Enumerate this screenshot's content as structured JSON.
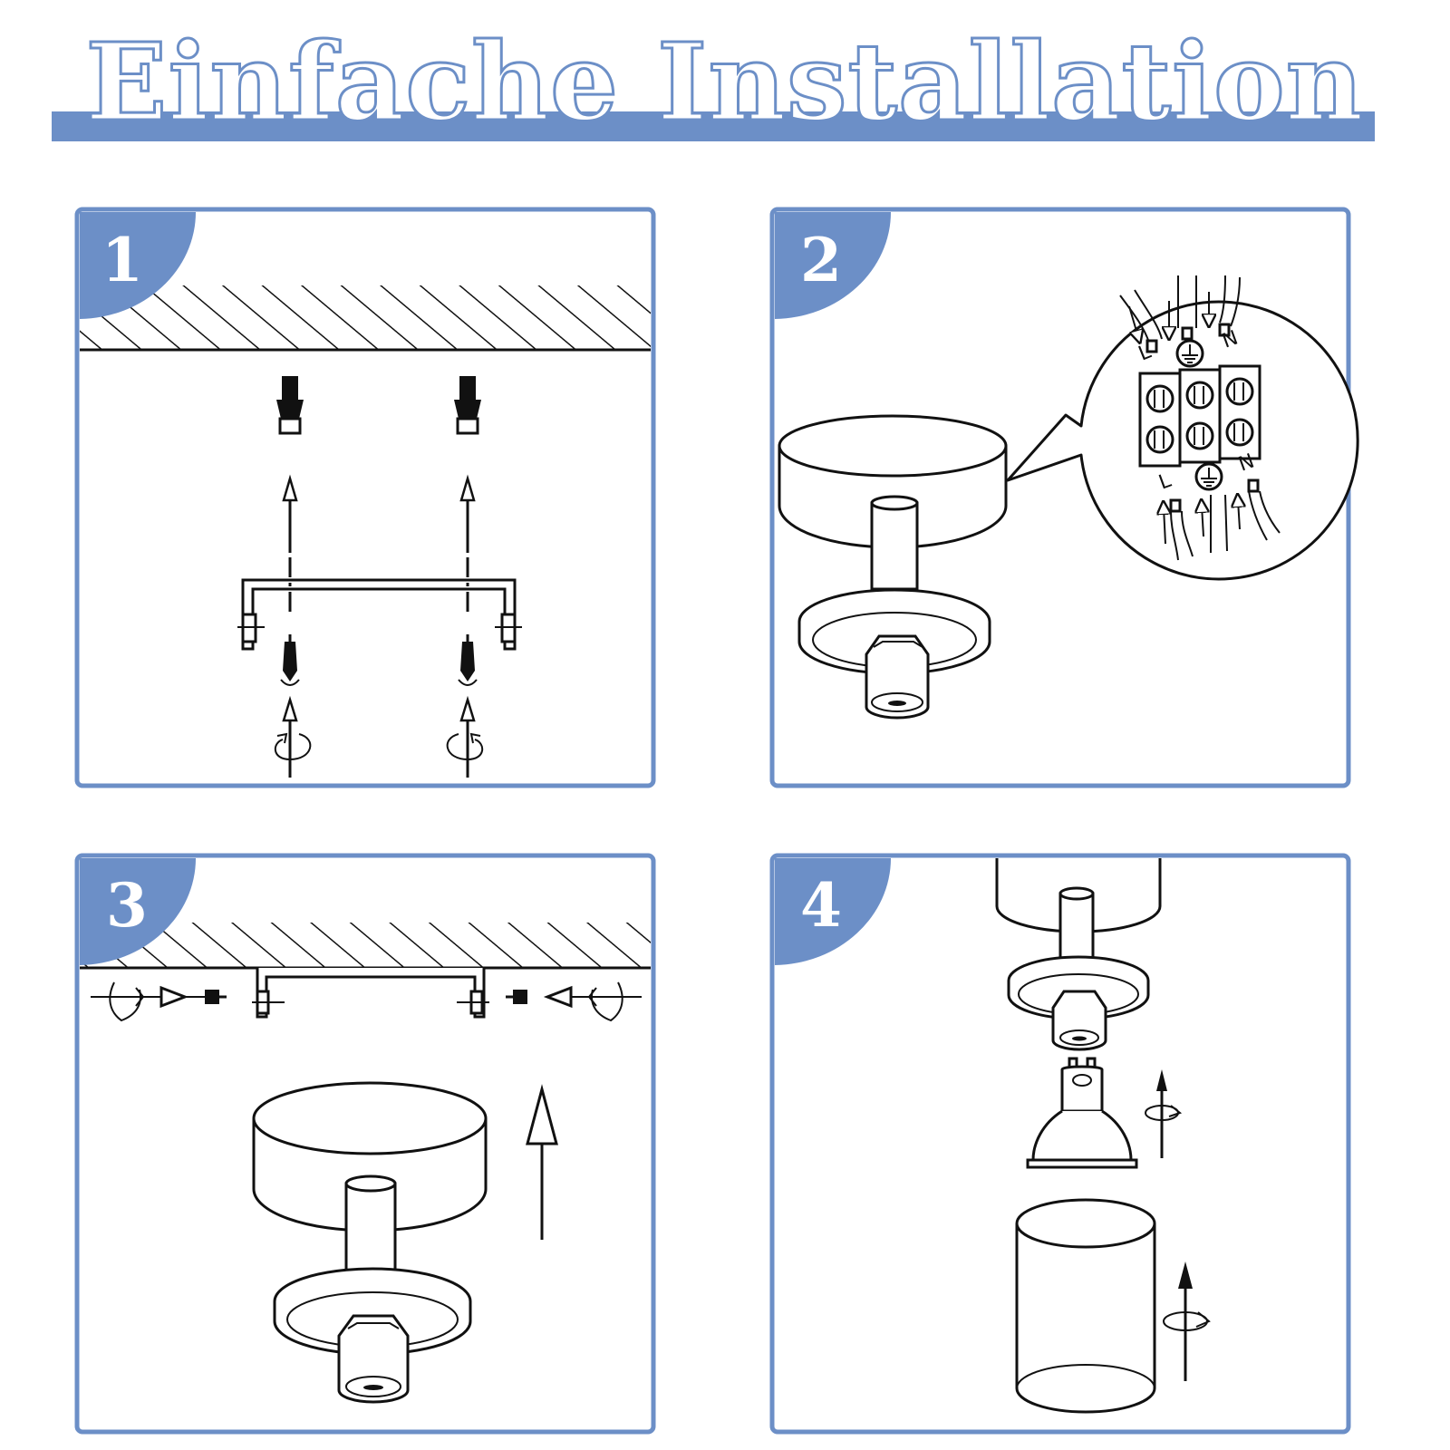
{
  "title": "Einfache Installation",
  "colors": {
    "accent": "#6c8fc7",
    "line": "#111111",
    "background": "#ffffff"
  },
  "steps": [
    {
      "number": "1"
    },
    {
      "number": "2",
      "terminal_labels": [
        "L",
        "N",
        "L",
        "N"
      ]
    },
    {
      "number": "3"
    },
    {
      "number": "4"
    }
  ]
}
